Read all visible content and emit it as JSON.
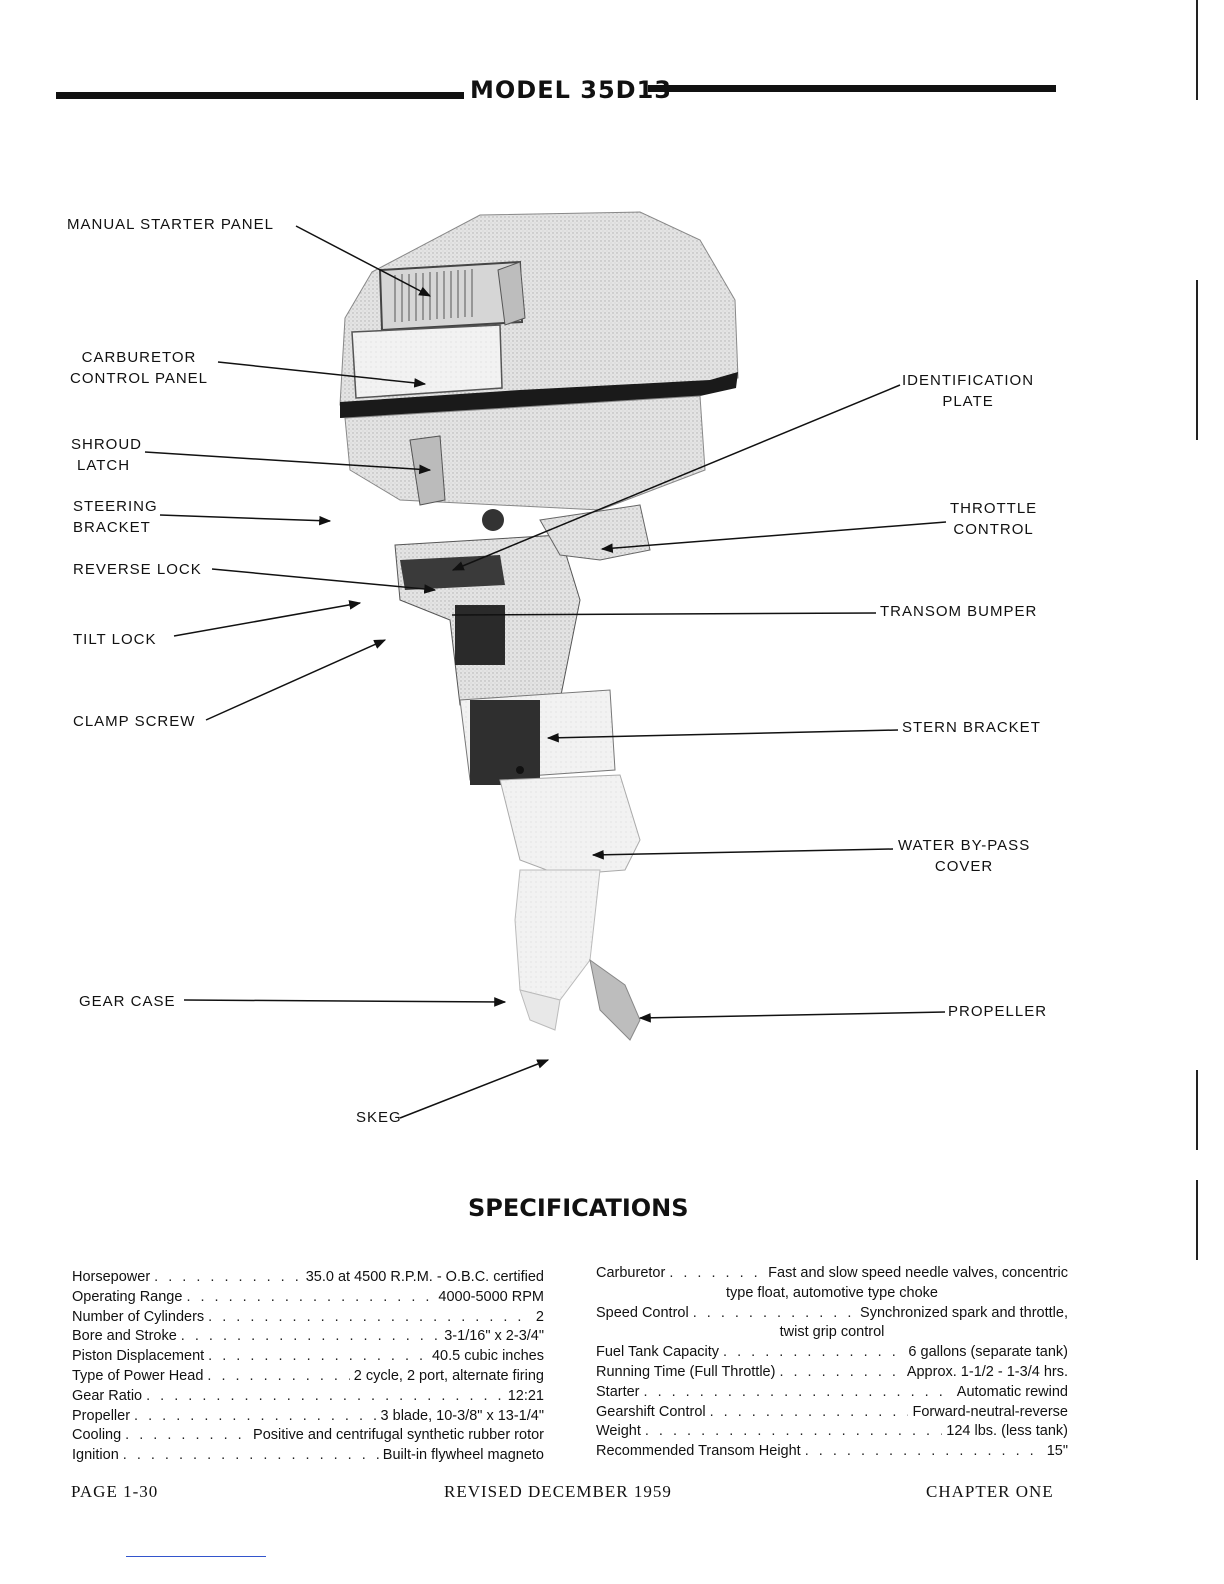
{
  "header": {
    "title": "MODEL 35D13"
  },
  "callouts": {
    "manual_starter_panel": "MANUAL STARTER PANEL",
    "carburetor_control_panel": [
      "CARBURETOR",
      "CONTROL PANEL"
    ],
    "shroud_latch": [
      "SHROUD",
      "LATCH"
    ],
    "steering_bracket": [
      "STEERING",
      "BRACKET"
    ],
    "reverse_lock": "REVERSE LOCK",
    "tilt_lock": "TILT LOCK",
    "clamp_screw": "CLAMP SCREW",
    "gear_case": "GEAR CASE",
    "skeg": "SKEG",
    "identification_plate": [
      "IDENTIFICATION",
      "PLATE"
    ],
    "throttle_control": [
      "THROTTLE",
      "CONTROL"
    ],
    "transom_bumper": "TRANSOM BUMPER",
    "stern_bracket": "STERN BRACKET",
    "water_bypass_cover": [
      "WATER BY-PASS",
      "COVER"
    ],
    "propeller": "PROPELLER"
  },
  "specifications": {
    "title": "SPECIFICATIONS",
    "left": [
      {
        "label": "Horsepower",
        "value": "35.0 at 4500 R.P.M. - O.B.C. certified"
      },
      {
        "label": "Operating Range",
        "value": "4000-5000 RPM"
      },
      {
        "label": "Number of Cylinders",
        "value": "2"
      },
      {
        "label": "Bore and Stroke",
        "value": "3-1/16\" x 2-3/4\""
      },
      {
        "label": "Piston Displacement",
        "value": "40.5 cubic inches"
      },
      {
        "label": "Type of Power Head",
        "value": "2 cycle, 2 port, alternate firing"
      },
      {
        "label": "Gear Ratio",
        "value": "12:21"
      },
      {
        "label": "Propeller",
        "value": "3 blade, 10-3/8\" x 13-1/4\""
      },
      {
        "label": "Cooling",
        "value": "Positive and centrifugal synthetic rubber rotor"
      },
      {
        "label": "Ignition",
        "value": "Built-in flywheel magneto"
      }
    ],
    "right": [
      {
        "label": "Carburetor",
        "value": "Fast and slow speed needle valves, concentric",
        "cont": "type float, automotive type choke"
      },
      {
        "label": "Speed Control",
        "value": "Synchronized spark and throttle,",
        "cont": "twist grip control"
      },
      {
        "label": "Fuel Tank Capacity",
        "value": "6 gallons (separate tank)"
      },
      {
        "label": "Running Time (Full Throttle)",
        "value": "Approx. 1-1/2 - 1-3/4 hrs."
      },
      {
        "label": "Starter",
        "value": "Automatic rewind"
      },
      {
        "label": "Gearshift Control",
        "value": "Forward-neutral-reverse"
      },
      {
        "label": "Weight",
        "value": "124 lbs. (less tank)"
      },
      {
        "label": "Recommended Transom Height",
        "value": "15\""
      }
    ]
  },
  "footer": {
    "page": "PAGE 1-30",
    "revised": "REVISED DECEMBER 1959",
    "chapter": "CHAPTER ONE"
  }
}
